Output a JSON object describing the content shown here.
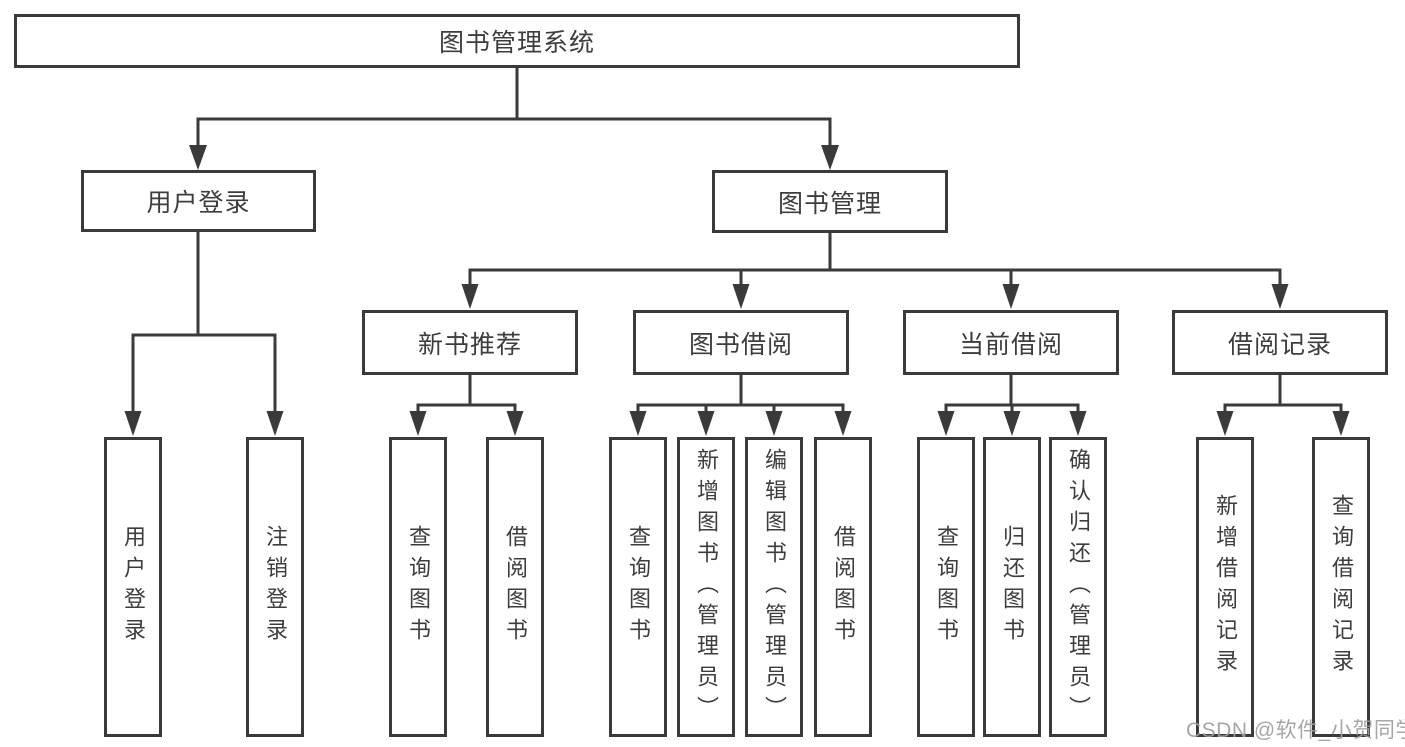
{
  "watermark": "CSDN @软件_小贺同学",
  "colors": {
    "line": "#3a3a3a",
    "text": "#3d3d3d",
    "background": "#ffffff",
    "watermark": "#9e9e9e"
  },
  "tree": {
    "root": "图书管理系统",
    "branches": [
      {
        "label": "用户登录",
        "children": [
          {
            "label": "用户登录"
          },
          {
            "label": "注销登录"
          }
        ]
      },
      {
        "label": "图书管理",
        "sections": [
          {
            "label": "新书推荐",
            "children": [
              {
                "label": "查询图书"
              },
              {
                "label": "借阅图书"
              }
            ]
          },
          {
            "label": "图书借阅",
            "children": [
              {
                "label": "查询图书"
              },
              {
                "label": "新增图书（管理员）"
              },
              {
                "label": "编辑图书（管理员）"
              },
              {
                "label": "借阅图书"
              }
            ]
          },
          {
            "label": "当前借阅",
            "children": [
              {
                "label": "查询图书"
              },
              {
                "label": "归还图书"
              },
              {
                "label": "确认归还（管理员）"
              }
            ]
          },
          {
            "label": "借阅记录",
            "children": [
              {
                "label": "新增借阅记录"
              },
              {
                "label": "查询借阅记录"
              }
            ]
          }
        ]
      }
    ]
  }
}
